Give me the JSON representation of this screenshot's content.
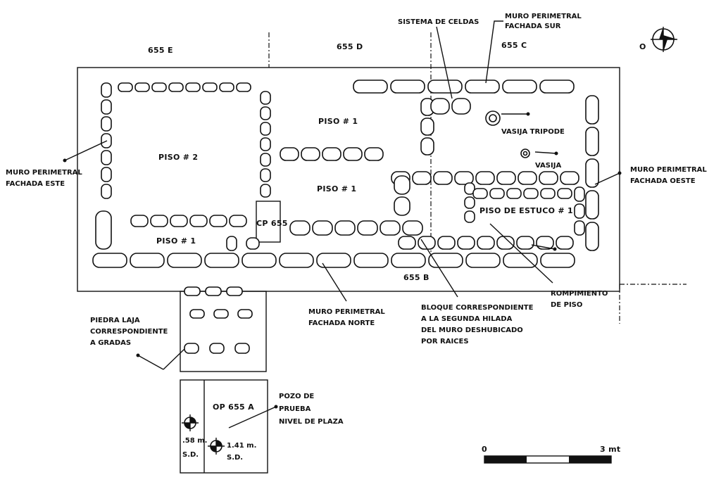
{
  "units": {
    "e": "655 E",
    "d": "655 D",
    "c": "655 C",
    "b": "655 B"
  },
  "floors": {
    "piso2": "PISO # 2",
    "piso1_a": "PISO # 1",
    "piso1_b": "PISO # 1",
    "piso1_c": "PISO # 1",
    "estuco": "PISO DE ESTUCO # 1"
  },
  "cp": "CP 655",
  "labels": {
    "sistema_celdas": "SISTEMA DE CELDAS",
    "muro_sur": [
      "MURO PERIMETRAL",
      "FACHADA SUR"
    ],
    "muro_este": [
      "MURO PERIMETRAL",
      "FACHADA ESTE"
    ],
    "muro_oeste": [
      "MURO PERIMETRAL",
      "FACHADA OESTE"
    ],
    "muro_norte": [
      "MURO PERIMETRAL",
      "FACHADA NORTE"
    ],
    "vasija_tripode": "VASIJA TRIPODE",
    "vasija": "VASIJA",
    "rompimiento": [
      "ROMPIMIENTO",
      "DE PISO"
    ],
    "bloque": [
      "BLOQUE CORRESPONDIENTE",
      "A LA SEGUNDA HILADA",
      "DEL MURO DESHUBICADO",
      "POR RAICES"
    ],
    "piedra": [
      "PIEDRA LAJA",
      "CORRESPONDIENTE",
      "A GRADAS"
    ],
    "op": "OP 655 A",
    "pozo": [
      "POZO DE",
      "PRUEBA",
      "NIVEL DE PLAZA"
    ],
    "sd1": [
      ".58 m.",
      "S.D."
    ],
    "sd2": [
      "1.41 m.",
      "S.D."
    ]
  },
  "north": {
    "letter": "O"
  },
  "scale": {
    "start": "0",
    "end": "3 mt"
  }
}
